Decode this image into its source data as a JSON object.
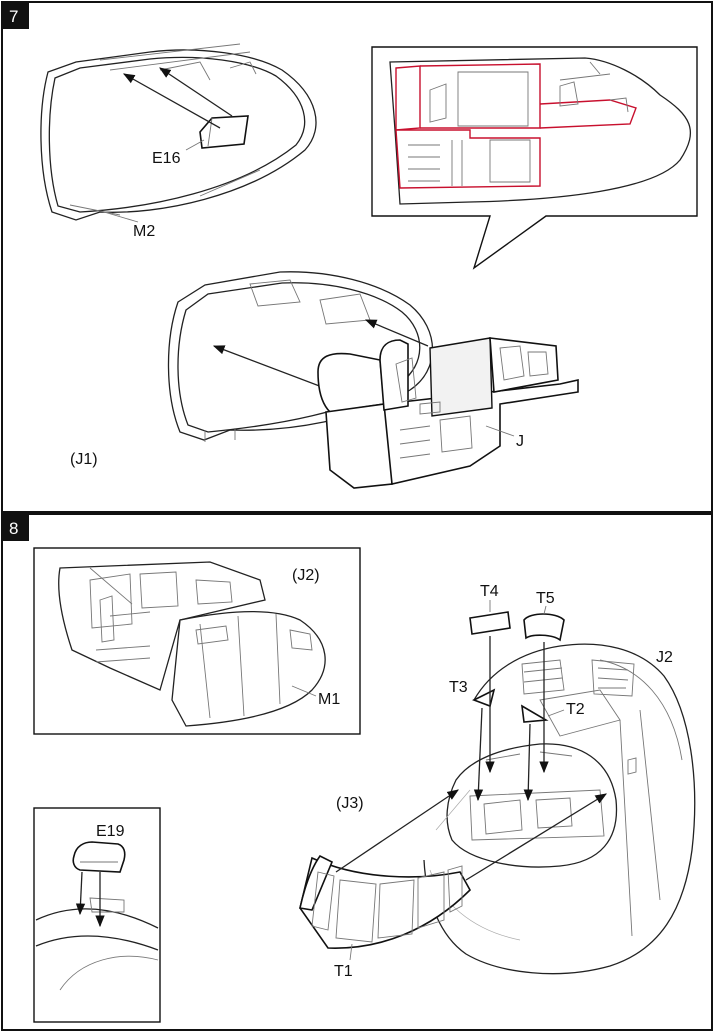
{
  "steps": [
    {
      "number": "7",
      "labels": {
        "e16": "E16",
        "m2": "M2",
        "j": "J",
        "j1": "(J1)"
      }
    },
    {
      "number": "8",
      "labels": {
        "j2_inset": "(J2)",
        "m1": "M1",
        "t4": "T4",
        "t5": "T5",
        "t3": "T3",
        "t2": "T2",
        "j2": "J2",
        "j3": "(J3)",
        "e19": "E19",
        "t1": "T1"
      }
    }
  ],
  "colors": {
    "ink": "#111111",
    "highlight": "#c8102e",
    "background": "#ffffff"
  }
}
